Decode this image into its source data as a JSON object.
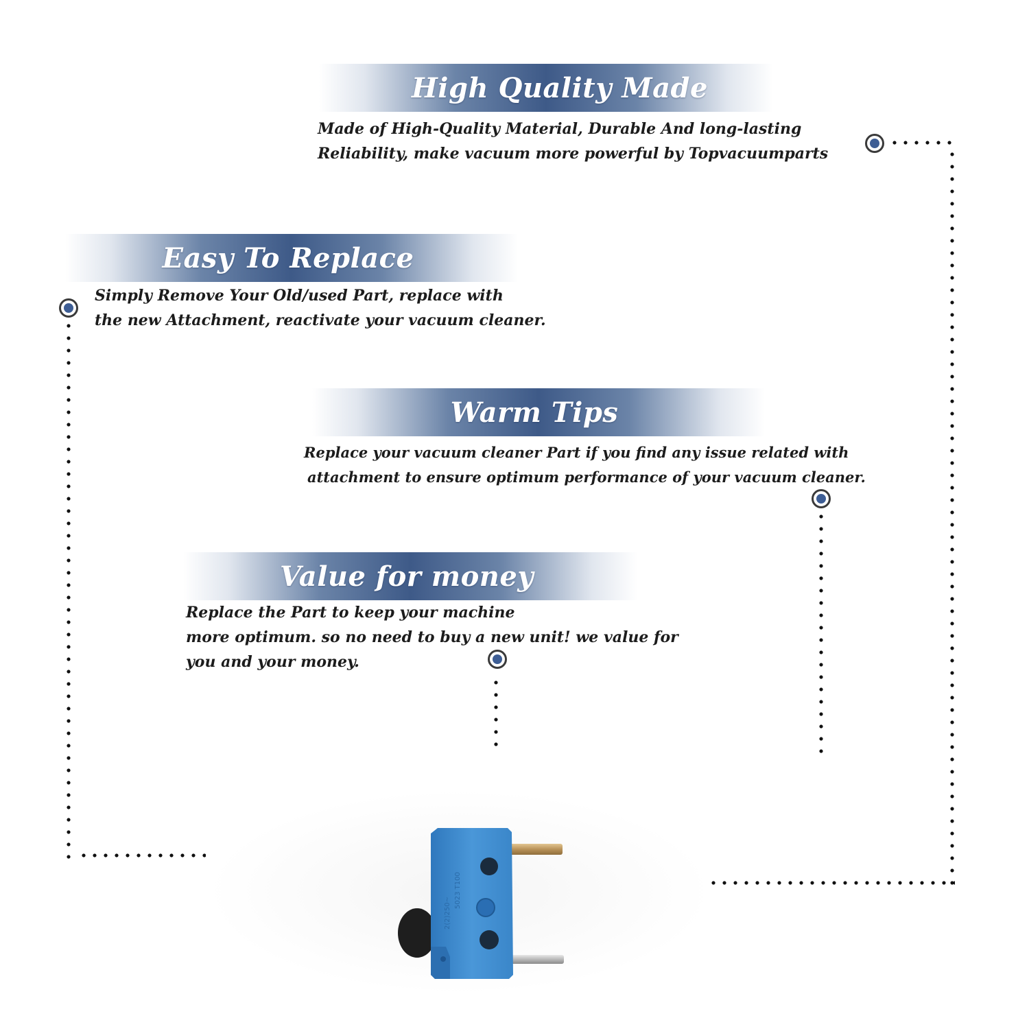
{
  "sections": [
    {
      "title": "High Quality Made",
      "lines": [
        "Made of  High-Quality Material, Durable And long-lasting",
        "Reliability, make vacuum more powerful by Topvacuumparts"
      ]
    },
    {
      "title": "Easy To Replace",
      "lines": [
        "Simply Remove Your Old/used Part, replace with",
        "the new Attachment, reactivate your vacuum cleaner."
      ]
    },
    {
      "title": "Warm Tips",
      "lines": [
        "Replace your vacuum cleaner Part if you find any issue related with",
        "attachment to ensure optimum performance of your vacuum cleaner."
      ]
    },
    {
      "title": "Value for money",
      "lines": [
        "Replace the Part to keep your machine",
        "more optimum. so no need to buy a new unit! we value for",
        "you and your money."
      ]
    }
  ],
  "product": {
    "name": "micro-switch",
    "body_color": "#3f8fd4",
    "terminal_color": "#c8a46a"
  },
  "colors": {
    "banner_blue": "#3e5a88",
    "marker_blue": "#3d5d94",
    "text": "#1c1c1c"
  }
}
